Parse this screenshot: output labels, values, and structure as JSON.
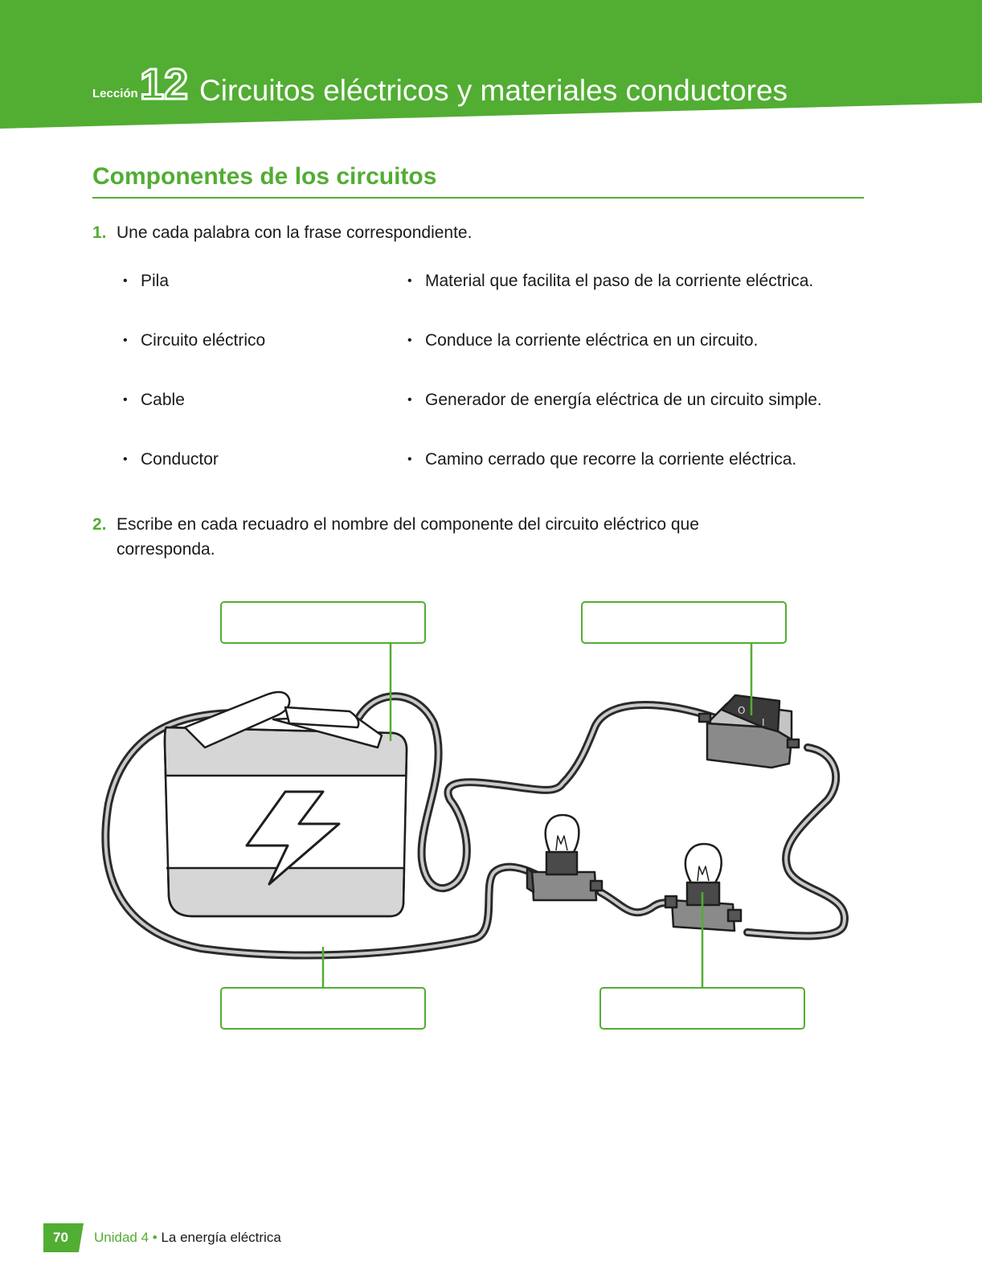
{
  "header": {
    "lesson_label": "Lección",
    "lesson_number": "12",
    "title": "Circuitos eléctricos y materiales conductores"
  },
  "section": {
    "title": "Componentes de los circuitos"
  },
  "question1": {
    "number": "1.",
    "prompt": "Une cada palabra con la frase correspondiente.",
    "words": [
      "Pila",
      "Circuito eléctrico",
      "Cable",
      "Conductor"
    ],
    "phrases": [
      "Material que facilita el paso de la corriente eléctrica.",
      "Conduce la corriente eléctrica en un circuito.",
      "Generador de energía eléctrica de un circuito simple.",
      "Camino cerrado que recorre la corriente eléctrica."
    ]
  },
  "question2": {
    "number": "2.",
    "prompt": "Escribe en cada recuadro el nombre del componente del circuito eléctrico que corresponda.",
    "answer_boxes": [
      {
        "id": "top-left",
        "value": ""
      },
      {
        "id": "top-right",
        "value": ""
      },
      {
        "id": "bottom-left",
        "value": ""
      },
      {
        "id": "bottom-right",
        "value": ""
      }
    ],
    "switch_labels": [
      "O",
      "I"
    ],
    "figure_icons": [
      "battery-icon",
      "lightning-bolt-icon",
      "switch-icon",
      "light-bulb-icon",
      "wire"
    ]
  },
  "footer": {
    "page_number": "70",
    "unit": "Unidad 4",
    "separator": " • ",
    "topic": "La energía eléctrica"
  },
  "colors": {
    "accent": "#52ad33",
    "battery_gray": "#d9d9d9",
    "ink": "#1a1a1a"
  }
}
